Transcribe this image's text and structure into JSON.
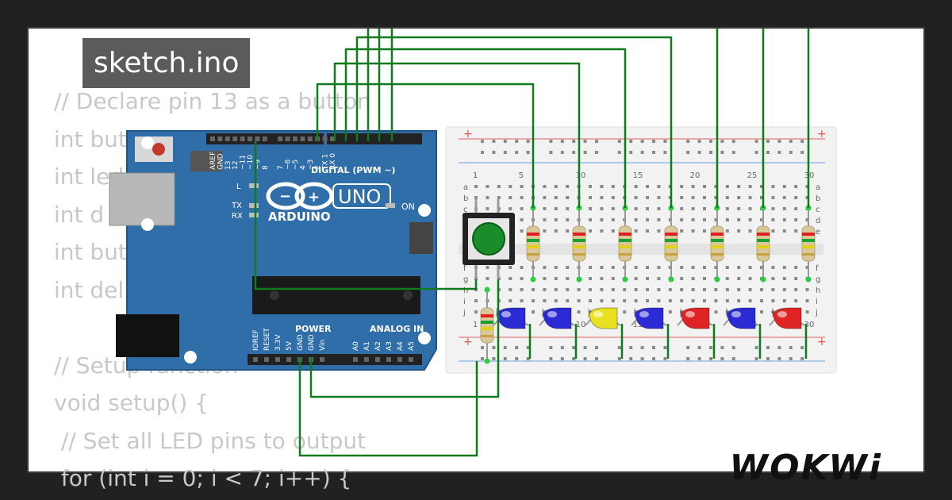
{
  "header": {
    "title": "sketch.ino"
  },
  "editor": {
    "code_lines": [
      "// Declare pin 13 as a button",
      "int buttonPin = 13;",
      "int ledPins[] = {2, 3, 4, 5, 6, 7, 8}; //",
      "int d",
      "int but",
      "int del",
      "",
      "// Setup function",
      "void setup() {",
      " // Set all LED pins to output",
      " for (int i = 0; i < 7; i++) {"
    ]
  },
  "arduino": {
    "brand_label": "ARDUINO",
    "model_label": "UNO",
    "digital_label": "DIGITAL (PWM ~)",
    "power_label": "POWER",
    "analog_label": "ANALOG IN",
    "on_label": "ON",
    "l_label": "L",
    "tx_label": "TX",
    "rx_label": "RX",
    "header_pins": [
      "AREF",
      "GND",
      "13",
      "12",
      "~11",
      "~10",
      "~9",
      "8",
      "7",
      "~6",
      "~5",
      "4",
      "~3",
      "2",
      "TX 1",
      "RX 0"
    ],
    "power_pins": [
      "IOREF",
      "RESET",
      "3.3V",
      "5V",
      "GND",
      "GND",
      "Vin"
    ],
    "analog_pins": [
      "A0",
      "A1",
      "A2",
      "A3",
      "A4",
      "A5"
    ]
  },
  "breadboard": {
    "column_numbers": [
      "1",
      "5",
      "10",
      "15",
      "20",
      "25",
      "30"
    ],
    "row_letters_top": [
      "a",
      "b",
      "c",
      "d",
      "e"
    ],
    "row_letters_bottom": [
      "f",
      "g",
      "h",
      "i",
      "j"
    ],
    "rail_plus": "+",
    "rail_minus": "-"
  },
  "leds": [
    {
      "color": "#2b2bd6"
    },
    {
      "color": "#2b2bd6"
    },
    {
      "color": "#e8e020"
    },
    {
      "color": "#2b2bd6"
    },
    {
      "color": "#e02424"
    },
    {
      "color": "#2b2bd6"
    },
    {
      "color": "#e02424"
    }
  ],
  "colors": {
    "wire": "#0f7a1e",
    "board": "#2f6ea8",
    "button_cap": "#1b8c2a"
  },
  "brand": {
    "logo_text": "WOKWi"
  }
}
